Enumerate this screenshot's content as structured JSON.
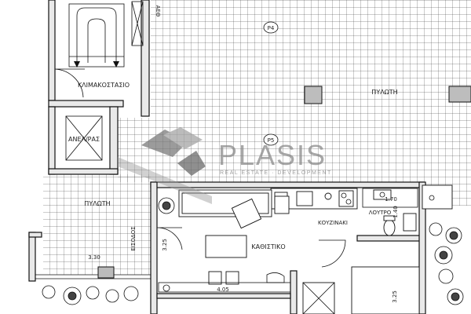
{
  "labels": {
    "stairwell": "ΚΛΙΜΑΚΟΣΤΑΣΙΟ",
    "elevator": "ΑΝΕΛ/ΡΑΣ",
    "ducts": "ΑΕΘ",
    "terrace_top": "ΠΥΛΩΤΗ",
    "terrace_left": "ΠΥΛΩΤΗ",
    "living": "ΚΑΘΙΣΤΙΚΟ",
    "kitchen": "ΚΟΥΖΙΝΑΚΙ",
    "wc": "ΛΟΥΤΡΟ",
    "entrance": "ΕΙΣΟΔΟΣ",
    "tag_p4": "P4",
    "tag_p5": "P5"
  },
  "dimensions": {
    "terrace_width": "3.30",
    "living_depth": "3.25",
    "living_width": "4.05",
    "bath_width": "1.40",
    "bath_depth": "1.70",
    "bedroom_depth": "3.25"
  },
  "watermark": {
    "brand": "PLASIS",
    "tagline": "REAL ESTATE · DEVELOPMENT",
    "color": "#8a8a8a"
  }
}
